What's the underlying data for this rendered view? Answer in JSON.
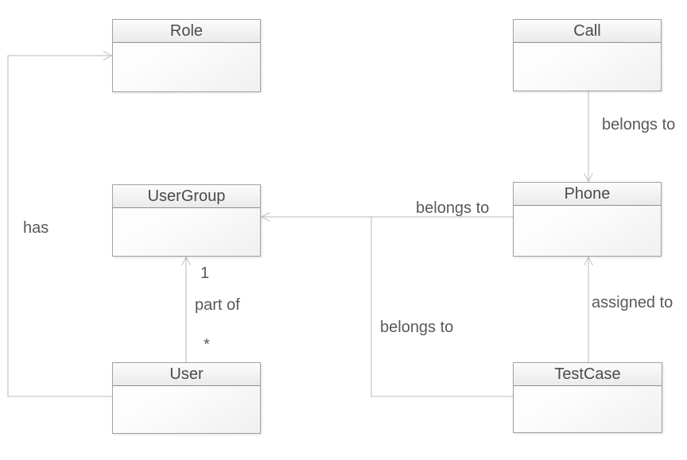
{
  "diagram": {
    "type": "uml-class-diagram",
    "classes": [
      {
        "name": "Role"
      },
      {
        "name": "Call"
      },
      {
        "name": "UserGroup"
      },
      {
        "name": "Phone"
      },
      {
        "name": "User"
      },
      {
        "name": "TestCase"
      }
    ],
    "relations": [
      {
        "from": "Call",
        "to": "Phone",
        "label": "belongs to"
      },
      {
        "from": "Phone",
        "to": "UserGroup",
        "label": "belongs to"
      },
      {
        "from": "TestCase",
        "to": "UserGroup",
        "label": "belongs to"
      },
      {
        "from": "TestCase",
        "to": "Phone",
        "label": "assigned to"
      },
      {
        "from": "User",
        "to": "UserGroup",
        "label": "part of",
        "target_multiplicity": "1",
        "source_multiplicity": "*"
      },
      {
        "from": "User",
        "to": "Role",
        "label": "has"
      }
    ],
    "colors": {
      "background": "#ffffff",
      "box_border": "#a2a2a2",
      "box_header_gradient_top": "#fcfcfc",
      "box_header_gradient_bottom": "#eaeaea",
      "box_body_gradient_bottom": "#f0f0f0",
      "header_separator": "#8f8f8f",
      "connector_line": "#b8b8b8",
      "arrowhead": "#c3c3c3",
      "title_text": "#4a4a4a",
      "label_text": "#595959"
    }
  }
}
